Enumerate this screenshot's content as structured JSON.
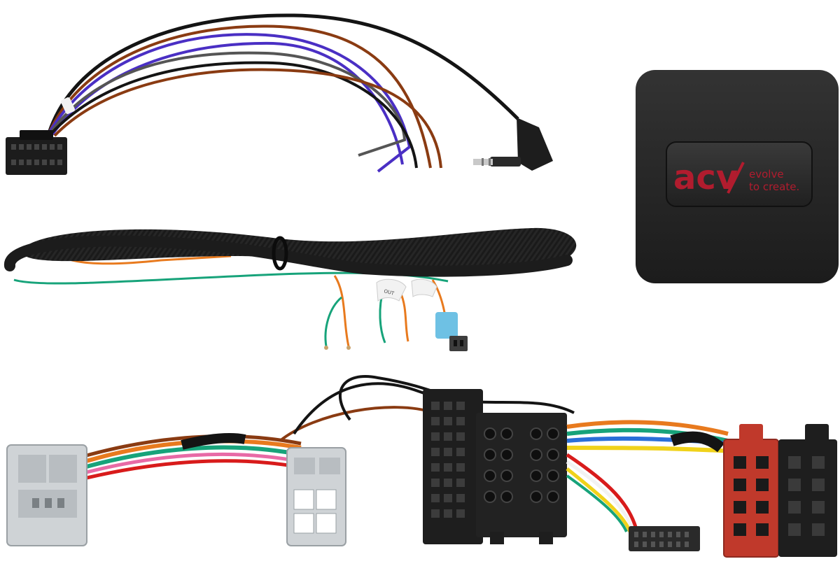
{
  "module": {
    "brand_logo": "acv",
    "tagline_line1": "evolve",
    "tagline_line2": "to create."
  },
  "labels": {
    "tag_out": "OUT"
  },
  "colors": {
    "wire_black": "#141414",
    "wire_brown": "#8a3b12",
    "wire_purple": "#4a2fc4",
    "wire_grey": "#555555",
    "wire_orange": "#e87a1e",
    "wire_green": "#17a37a",
    "wire_red": "#d81b1b",
    "wire_yellow": "#f0d21a",
    "wire_pink": "#e86aa6",
    "wire_white": "#f2f2f2",
    "wire_blue": "#2a6fd8",
    "module_body": "#262626",
    "logo_red": "#b11c2e",
    "connector_grey": "#cfd3d6",
    "connector_red": "#c0392b",
    "connector_blue": "#6ec1e4"
  }
}
